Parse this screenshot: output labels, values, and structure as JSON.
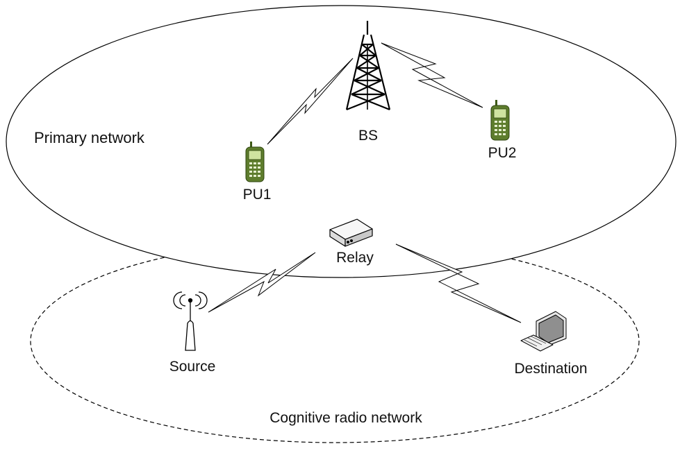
{
  "labels": {
    "primary_network": "Primary network",
    "cognitive_network": "Cognitive radio network",
    "bs": "BS",
    "pu1": "PU1",
    "pu2": "PU2",
    "relay": "Relay",
    "source": "Source",
    "destination": "Destination"
  },
  "colors": {
    "line": "#000000",
    "phone_body": "#5e7d2d",
    "phone_screen": "#cfe3a0",
    "relay_body": "#f3f3f3",
    "monitor_screen": "#8f8f8f"
  },
  "icons": [
    "tower-icon",
    "phone-icon",
    "router-icon",
    "antenna-icon",
    "computer-icon"
  ]
}
